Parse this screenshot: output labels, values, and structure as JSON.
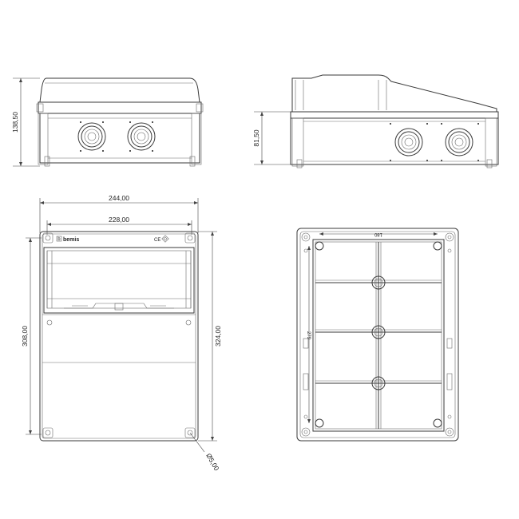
{
  "dimensions": {
    "front_height": "138,50",
    "side_height": "81,50",
    "width_outer": "244,00",
    "width_inner": "228,00",
    "height_inner": "308,00",
    "height_outer": "324,00",
    "hole_diameter": "Ø5,00",
    "back_width": "180",
    "back_height": "279"
  },
  "labels": {
    "brand": "bemis",
    "ce_mark": "CE"
  },
  "icons": {
    "brand_logo": "bemis-logo-icon",
    "insulation_mark": "double-square-icon"
  }
}
